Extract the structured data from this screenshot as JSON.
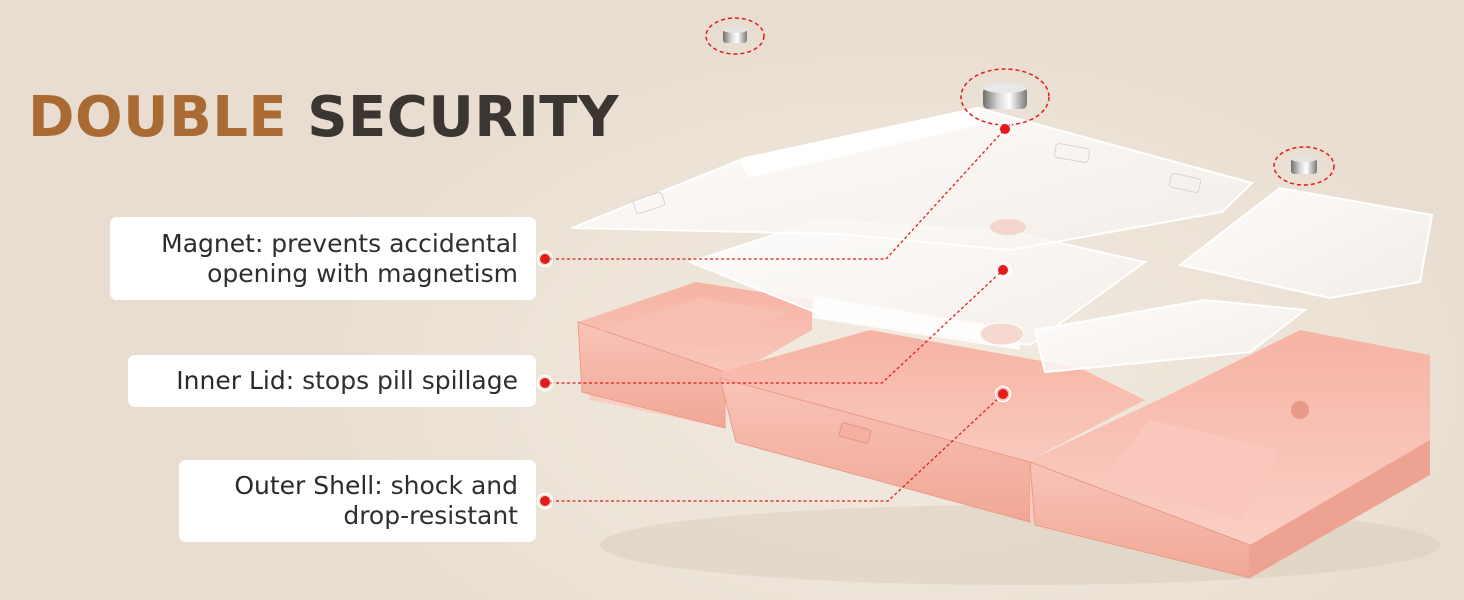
{
  "headline": {
    "word1": "DOUBLE",
    "word2": "SECURITY"
  },
  "features": [
    {
      "term": "Magnet",
      "desc_line1": ": prevents accidental",
      "desc_line2": "opening with magnetism"
    },
    {
      "term": "Inner Lid",
      "desc_line1": ": stops pill spillage"
    },
    {
      "term": "Outer Shell",
      "desc_line1": ": shock and",
      "desc_line2": "drop-resistant"
    }
  ],
  "colors": {
    "background": "#ede3d7",
    "headline_accent": "#a96b33",
    "headline_dark": "#3b3632",
    "callout_red": "#e31b1b",
    "shell_pink": "#f4b5a8"
  },
  "icons": [
    "magnet-icon",
    "pill-organizer-image"
  ]
}
